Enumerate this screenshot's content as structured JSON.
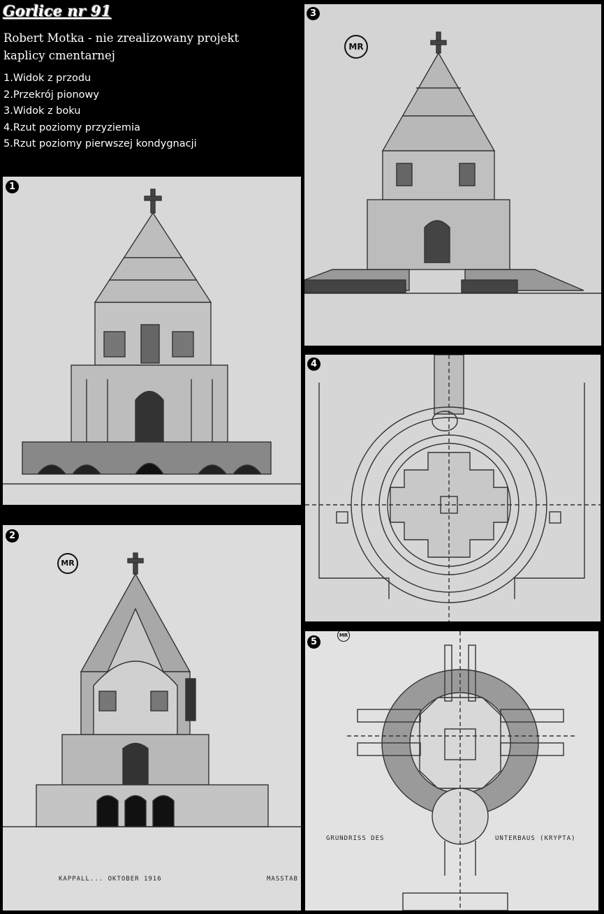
{
  "title": "Gorlice nr 91",
  "subtitle": "Robert Motka - nie zrealizowany projekt kaplicy cmentarnej",
  "views": [
    {
      "label": "1.Widok z przodu",
      "number": "1"
    },
    {
      "label": "2.Przekrój pionowy",
      "number": "2"
    },
    {
      "label": "3.Widok z boku",
      "number": "3"
    },
    {
      "label": "4.Rzut poziomy przyziemia",
      "number": "4"
    },
    {
      "label": "5.Rzut poziomy pierwszej kondygnacji",
      "number": "5"
    }
  ],
  "monogram": "MR",
  "drawing_texts": {
    "plan5_left": "GRUNDRISS DES",
    "plan5_right": "UNTERBAUS (KRYPTA)",
    "section_left": "KAPPALL... OKTOBER 1916",
    "section_right": "MASSTAB"
  }
}
